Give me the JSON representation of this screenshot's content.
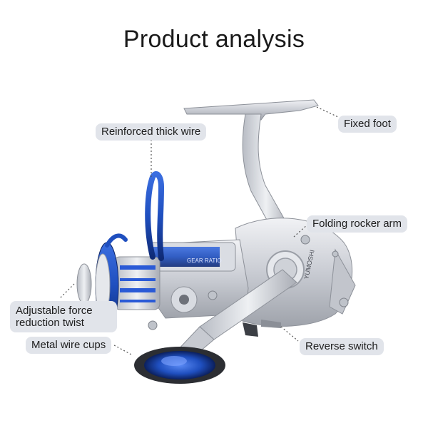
{
  "title": "Product analysis",
  "labels": {
    "fixed_foot": "Fixed foot",
    "reinforced_wire": "Reinforced thick wire",
    "folding_rocker_arm": "Folding rocker arm",
    "adjustable_force": "Adjustable force reduction twist",
    "metal_wire_cups": "Metal wire cups",
    "reverse_switch": "Reverse switch"
  },
  "reel_text": {
    "brand": "YUMOSHI",
    "spool_text": "GEAR RATIO"
  },
  "colors": {
    "accent_blue": "#1f4fbf",
    "silver": "#d3d6dc",
    "label_bg": "#e1e4ea",
    "leader": "#555555"
  }
}
